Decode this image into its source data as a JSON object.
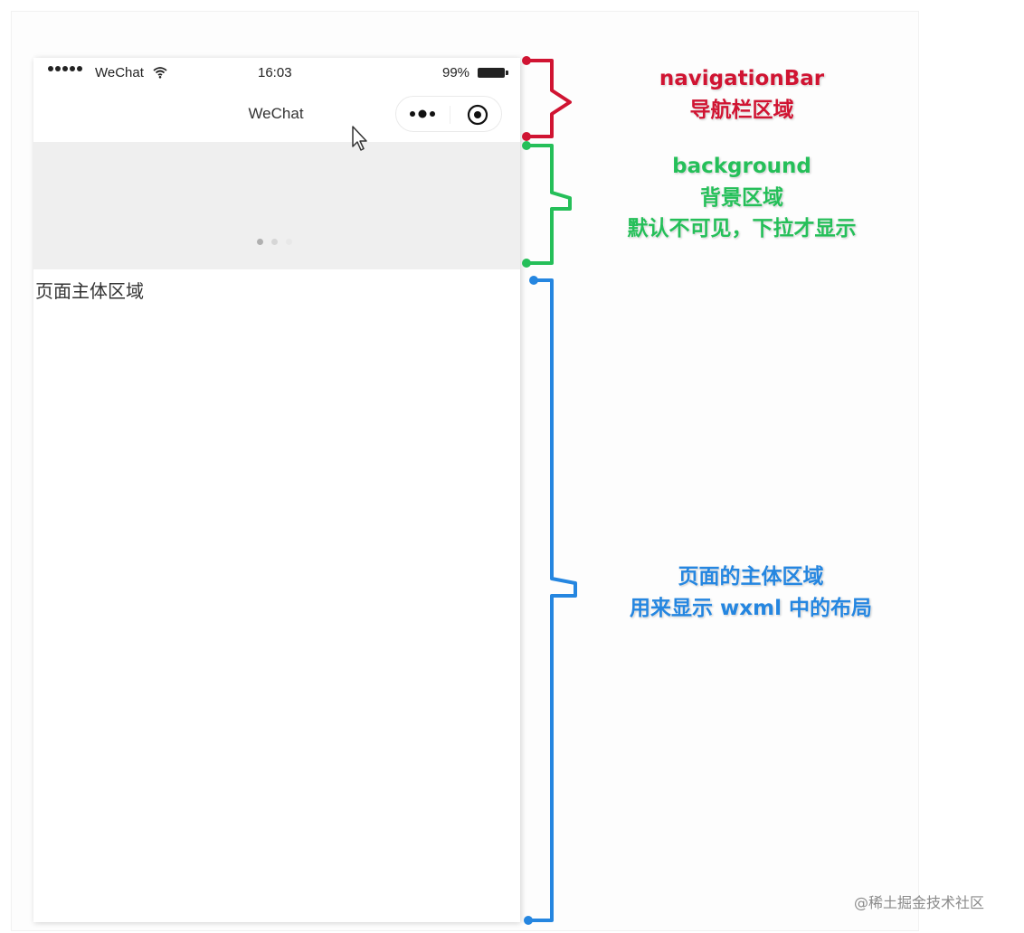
{
  "statusbar": {
    "carrier": "WeChat",
    "time": "16:03",
    "battery_percent": "99%",
    "battery_level": 0.99
  },
  "navbar": {
    "title": "WeChat",
    "capsule_icons": [
      "more-dots-icon",
      "home-target-icon"
    ]
  },
  "background": {
    "dot_colors": [
      "#b0b0b0",
      "#d6d6d6",
      "#e8e8e8"
    ]
  },
  "page": {
    "text": "页面主体区域"
  },
  "annotations": {
    "navigation": {
      "line1": "navigationBar",
      "line2": "导航栏区域",
      "color": "#d01432"
    },
    "background": {
      "line1": "background",
      "line2": "背景区域",
      "line3": "默认不可见，下拉才显示",
      "color": "#25bf59"
    },
    "main": {
      "line1": "页面的主体区域",
      "line2": "用来显示 wxml 中的布局",
      "color": "#2586e0"
    }
  },
  "watermark": "@稀土掘金技术社区"
}
